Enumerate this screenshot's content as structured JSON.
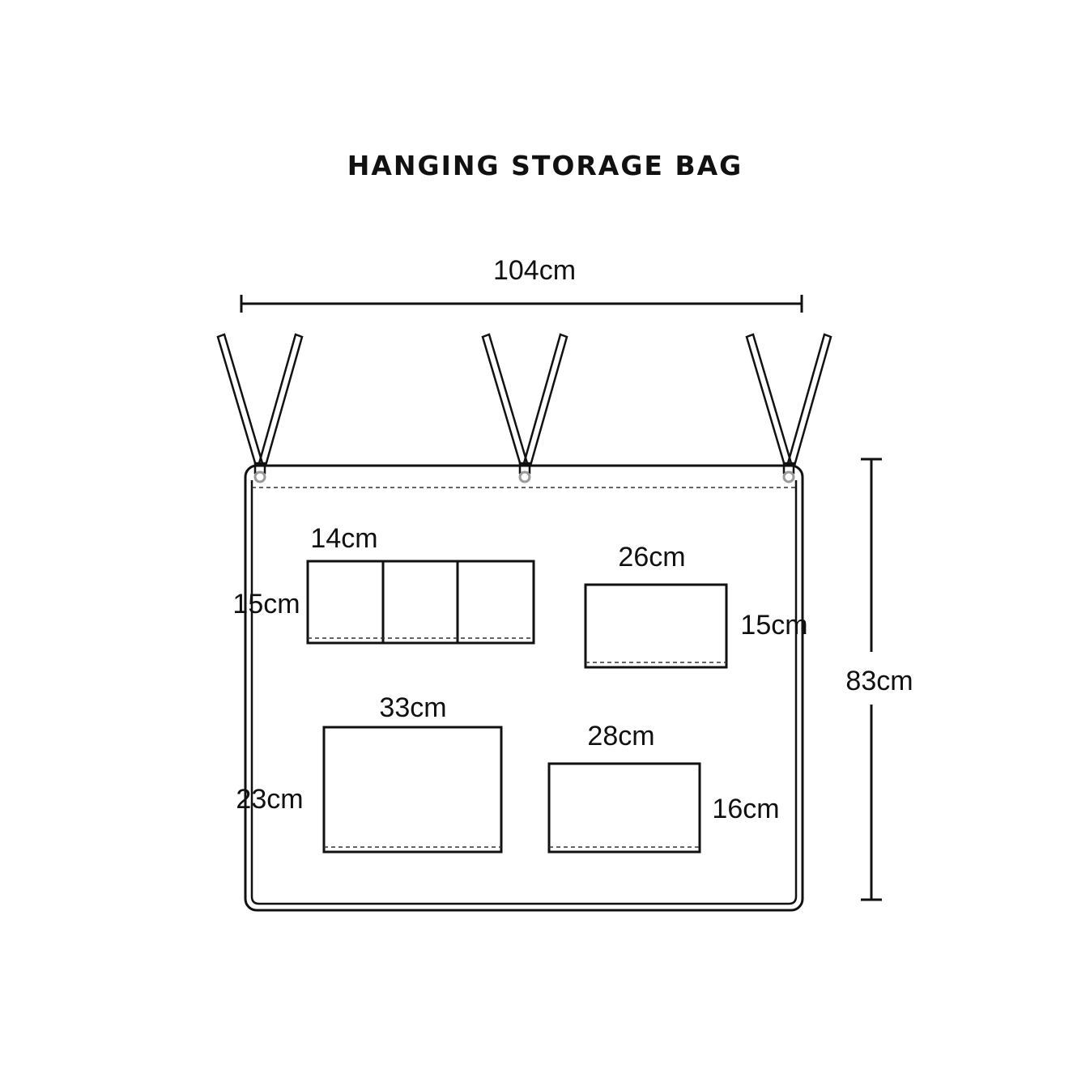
{
  "title": "HANGING STORAGE BAG",
  "dimensions": {
    "total_width": "104cm",
    "total_height": "83cm"
  },
  "pockets": {
    "small_triple": {
      "width": "14cm",
      "height": "15cm",
      "count": 3
    },
    "top_right": {
      "width": "26cm",
      "height": "15cm"
    },
    "bottom_left": {
      "width": "33cm",
      "height": "23cm"
    },
    "bottom_right": {
      "width": "28cm",
      "height": "16cm"
    }
  },
  "colors": {
    "line": "#111111",
    "grommet": "#9a9a9a",
    "background": "#ffffff"
  }
}
